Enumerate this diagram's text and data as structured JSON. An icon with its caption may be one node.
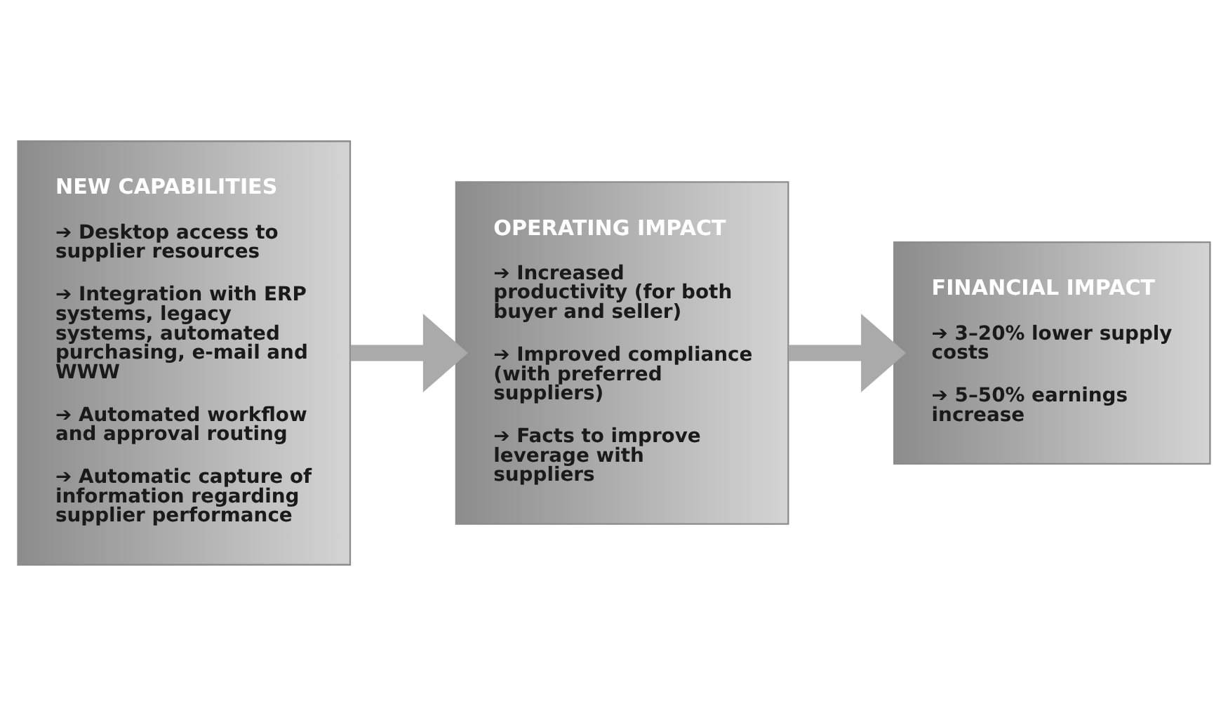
{
  "diagram": {
    "nodes": [
      {
        "text": [
          "NEW CAPABILITIES",
          "➔ Desktop access to supplier resources",
          "➔ Integration with ERP systems, legacy systems, automated purchasing, e-mail and WWW",
          "➔ Automated workflow and approval routing",
          "➔ Automatic capture of information regarding supplier performance"
        ]
      },
      {
        "text": [
          "OPERATING IMPACT",
          "➔ Increased productivity (for both buyer and seller)",
          "➔ Improved compliance (with preferred suppliers)",
          "➔ Facts to improve leverage with suppliers"
        ]
      },
      {
        "text": [
          "FINANCIAL IMPACT",
          "➔ 3–20% lower supply costs",
          "➔ 5–50% earnings increase"
        ]
      }
    ],
    "edges": [
      {
        "from": 0,
        "to": 1,
        "arrow": "to"
      },
      {
        "from": 1,
        "to": 2,
        "arrow": "to"
      }
    ]
  }
}
